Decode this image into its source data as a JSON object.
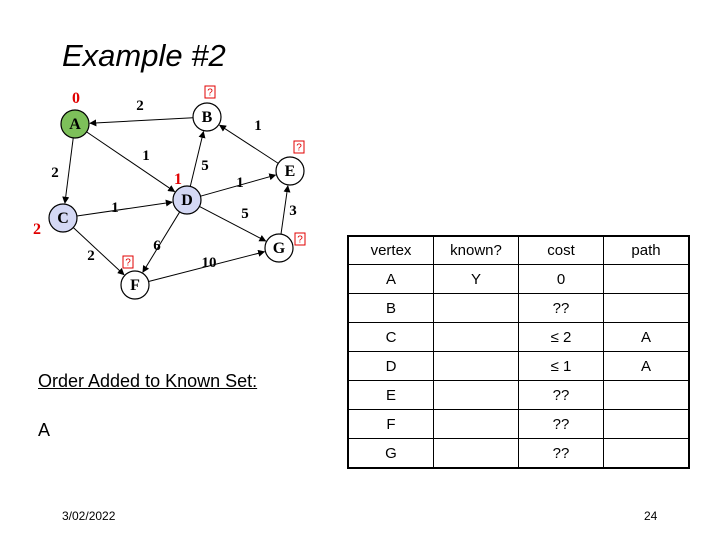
{
  "title": "Example #2",
  "graph": {
    "nodes": [
      {
        "id": "A",
        "label": "A",
        "fill": "#7dc05a",
        "cost": "0",
        "cost_known": true
      },
      {
        "id": "B",
        "label": "B",
        "fill": "#ffffff",
        "cost": "?",
        "cost_known": false
      },
      {
        "id": "C",
        "label": "C",
        "fill": "#d4d8f4",
        "cost": "2",
        "cost_known": true
      },
      {
        "id": "D",
        "label": "D",
        "fill": "#d4d8f4",
        "cost": "1",
        "cost_known": true
      },
      {
        "id": "E",
        "label": "E",
        "fill": "#ffffff",
        "cost": "?",
        "cost_known": false
      },
      {
        "id": "F",
        "label": "F",
        "fill": "#ffffff",
        "cost": "?",
        "cost_known": false
      },
      {
        "id": "G",
        "label": "G",
        "fill": "#ffffff",
        "cost": "?",
        "cost_known": false
      }
    ],
    "edges": [
      {
        "from": "B",
        "to": "A",
        "weight": "2"
      },
      {
        "from": "A",
        "to": "C",
        "weight": "2"
      },
      {
        "from": "A",
        "to": "D",
        "weight": "1"
      },
      {
        "from": "E",
        "to": "B",
        "weight": "1"
      },
      {
        "from": "D",
        "to": "B",
        "weight": "5"
      },
      {
        "from": "C",
        "to": "D",
        "weight": "1"
      },
      {
        "from": "D",
        "to": "E",
        "weight": "1"
      },
      {
        "from": "D",
        "to": "G",
        "weight": "5"
      },
      {
        "from": "G",
        "to": "E",
        "weight": "3"
      },
      {
        "from": "C",
        "to": "F",
        "weight": "2"
      },
      {
        "from": "D",
        "to": "F",
        "weight": "6"
      },
      {
        "from": "F",
        "to": "G",
        "weight": "10"
      }
    ]
  },
  "table": {
    "headers": [
      "vertex",
      "known?",
      "cost",
      "path"
    ],
    "rows": [
      [
        "A",
        "Y",
        "0",
        ""
      ],
      [
        "B",
        "",
        "??",
        ""
      ],
      [
        "C",
        "",
        "≤ 2",
        "A"
      ],
      [
        "D",
        "",
        "≤ 1",
        "A"
      ],
      [
        "E",
        "",
        "??",
        ""
      ],
      [
        "F",
        "",
        "??",
        ""
      ],
      [
        "G",
        "",
        "??",
        ""
      ]
    ]
  },
  "order": {
    "label": "Order Added to Known Set:",
    "value": "A"
  },
  "footer": {
    "date": "3/02/2022",
    "page": "24"
  }
}
